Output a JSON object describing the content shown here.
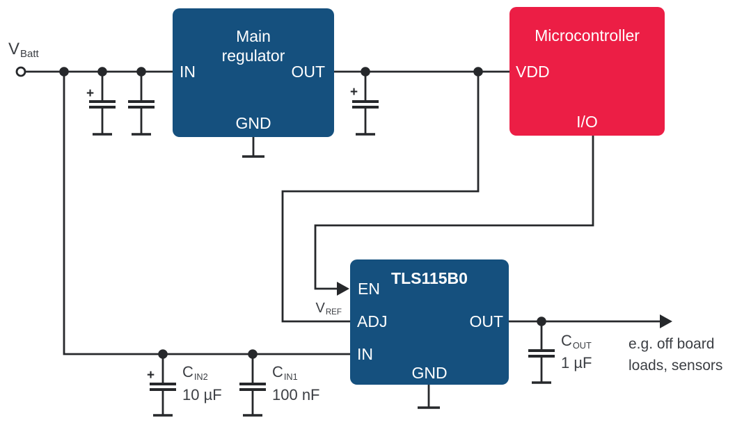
{
  "colors": {
    "block_blue": "#15507e",
    "block_red": "#ec1e45",
    "wire": "#26282b",
    "text_dark": "#3b3e43",
    "background": "#ffffff",
    "block_text": "#ffffff"
  },
  "blocks": {
    "main_regulator": {
      "title": "Main regulator",
      "pin_in": "IN",
      "pin_out": "OUT",
      "pin_gnd": "GND"
    },
    "microcontroller": {
      "title": "Microcontroller",
      "pin_vdd": "VDD",
      "pin_io": "I/O"
    },
    "tls115b0": {
      "title": "TLS115B0",
      "pin_en": "EN",
      "pin_adj": "ADJ",
      "pin_in": "IN",
      "pin_out": "OUT",
      "pin_gnd": "GND"
    }
  },
  "labels": {
    "vbatt": {
      "main": "V",
      "sub": "Batt"
    },
    "vref": {
      "main": "V",
      "sub": "REF"
    },
    "plus_sign": "+",
    "cin2": {
      "main": "C",
      "sub": "IN2",
      "value": "10 µF"
    },
    "cin1": {
      "main": "C",
      "sub": "IN1",
      "value": "100 nF"
    },
    "cout": {
      "main": "C",
      "sub": "OUT",
      "value": "1 µF"
    },
    "load_note": {
      "line1": "e.g. off board",
      "line2": "loads, sensors"
    }
  }
}
